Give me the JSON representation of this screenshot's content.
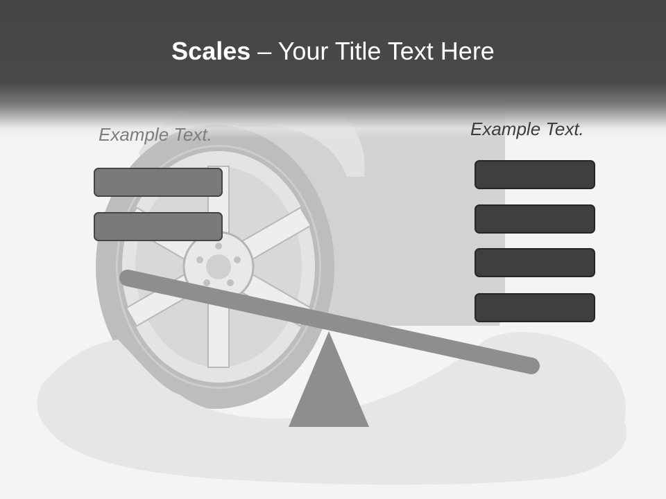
{
  "title": {
    "bold": "Scales",
    "rest": " – Your Title Text Here"
  },
  "left_panel": {
    "label": "Example Text.",
    "boxes": 2
  },
  "right_panel": {
    "label": "Example Text.",
    "boxes": 4
  },
  "colors": {
    "header": "#444444",
    "left_box": "#7a7a7a",
    "right_box": "#3f3f3f",
    "beam": "#8e8e8e",
    "fulcrum": "#8e8e8e"
  }
}
